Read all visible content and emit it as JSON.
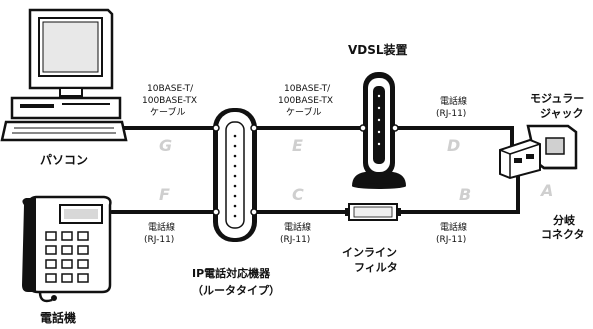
{
  "devices": {
    "pc": "パソコン",
    "phone": "電話機",
    "router_line1": "IP電話対応機器",
    "router_line2": "（ルータタイプ）",
    "vdsl": "VDSL装置",
    "modular_line1": "モジュラー",
    "modular_line2": "ジャック",
    "splitter_line1": "分岐",
    "splitter_line2": "コネクタ",
    "filter_line1": "インライン",
    "filter_line2": "フィルタ"
  },
  "cables": {
    "g_line1": "10BASE-T/",
    "g_line2": "100BASE-TX",
    "g_line3": "ケーブル",
    "e_line1": "10BASE-T/",
    "e_line2": "100BASE-TX",
    "e_line3": "ケーブル",
    "d_line1": "電話線",
    "d_line2": "(RJ-11)",
    "f_line1": "電話線",
    "f_line2": "(RJ-11)",
    "c_line1": "電話線",
    "c_line2": "(RJ-11)",
    "b_line1": "電話線",
    "b_line2": "(RJ-11)"
  },
  "letters": {
    "a": "A",
    "b": "B",
    "c": "C",
    "d": "D",
    "e": "E",
    "f": "F",
    "g": "G"
  },
  "colors": {
    "cable": "#111111",
    "letter": "#cfcfcf",
    "device_fill": "#ffffff",
    "device_dark": "#222222"
  }
}
